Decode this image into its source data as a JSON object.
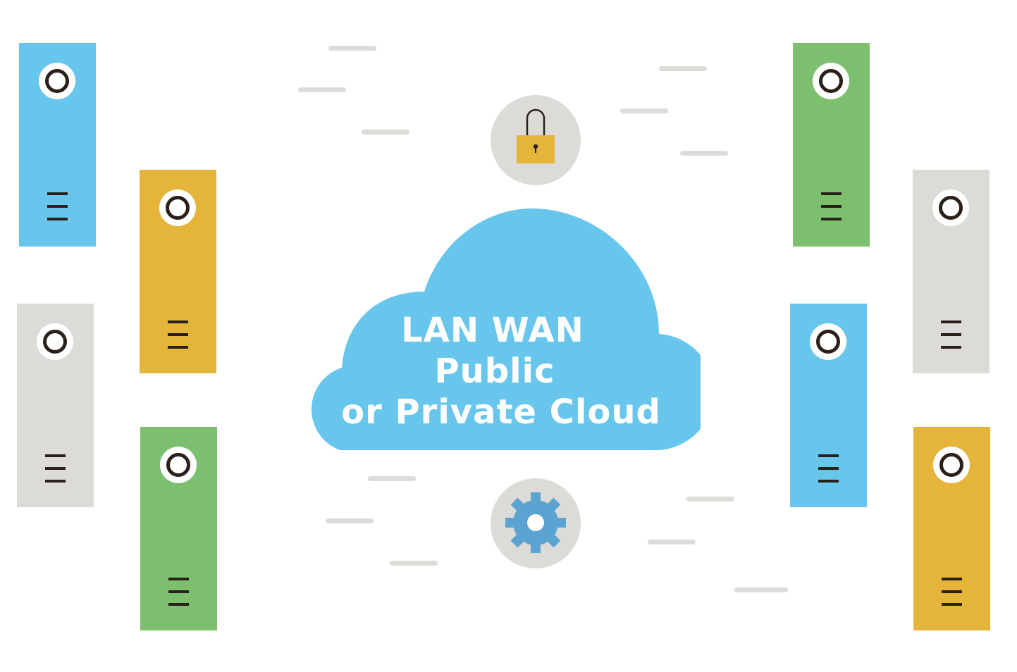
{
  "cloud": {
    "lines": [
      "LAN WAN",
      "Public",
      "or Private Cloud"
    ],
    "color": "#68c6ec",
    "text_color": "#ffffff"
  },
  "icons": {
    "top": "lock-icon",
    "bottom": "gear-icon"
  },
  "servers": [
    {
      "id": "left-1",
      "color": "#68c6ec",
      "color_name": "blue"
    },
    {
      "id": "left-2",
      "color": "#e5b43b",
      "color_name": "yellow"
    },
    {
      "id": "left-3",
      "color": "#dcdbd7",
      "color_name": "gray"
    },
    {
      "id": "left-4",
      "color": "#7cbf6e",
      "color_name": "green"
    },
    {
      "id": "right-1",
      "color": "#7cbf6e",
      "color_name": "green"
    },
    {
      "id": "right-2",
      "color": "#dcdbd7",
      "color_name": "gray"
    },
    {
      "id": "right-3",
      "color": "#68c6ec",
      "color_name": "blue"
    },
    {
      "id": "right-4",
      "color": "#e5b43b",
      "color_name": "yellow"
    }
  ],
  "colors": {
    "lock_body": "#e5b43b",
    "gear": "#5ba3d0",
    "badge_bg": "#dcdbd7",
    "dash": "#dcdcd8",
    "dark": "#2b1f1a"
  }
}
